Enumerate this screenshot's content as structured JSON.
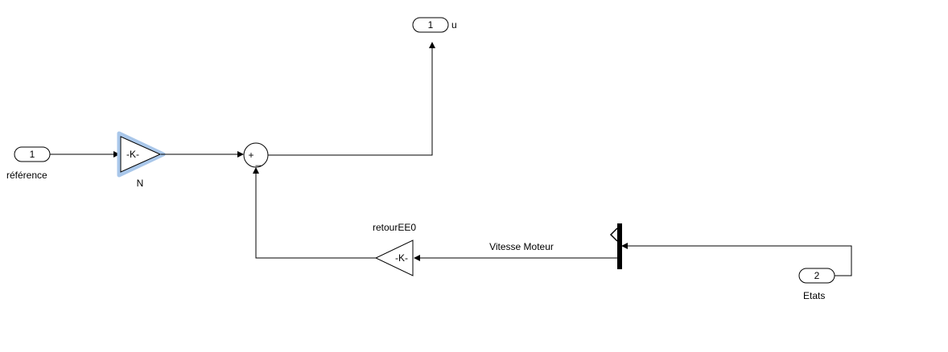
{
  "ports": {
    "in_reference": {
      "number": "1",
      "label": "référence"
    },
    "in_etats": {
      "number": "2",
      "label": "Etats"
    },
    "out_u": {
      "number": "1",
      "label": "u"
    }
  },
  "gains": {
    "n": {
      "text": "-K-",
      "label": "N"
    },
    "retour": {
      "text": "-K-",
      "label": "retourEE0"
    }
  },
  "sum": {
    "plus": "+",
    "minus": "_"
  },
  "signals": {
    "vitesse": "Vitesse Moteur"
  },
  "colors": {
    "selection_highlight": "#a9c7ea"
  }
}
